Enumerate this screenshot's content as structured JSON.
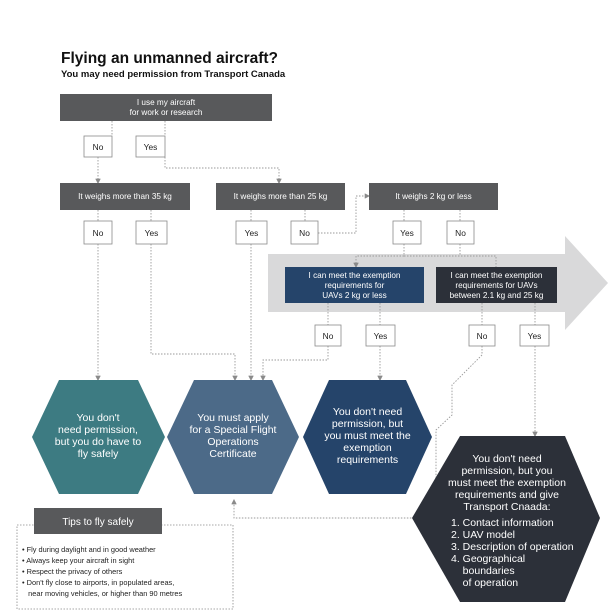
{
  "header": {
    "title": "Flying an unmanned aircraft?",
    "subtitle": "You may need permission from Transport Canada"
  },
  "colors": {
    "dark_box": "#58595b",
    "teal": "#3d7b82",
    "steel_blue": "#4c6a88",
    "navy": "#25446a",
    "charcoal": "#2c3039",
    "arrow_band": "#d9d9da",
    "connector": "#9a9a9a"
  },
  "nodes": {
    "start": [
      "I use my aircraft",
      "for work or research"
    ],
    "start_no": "No",
    "start_yes": "Yes",
    "weighs_35": "It weighs more than 35 kg",
    "w35_no": "No",
    "w35_yes": "Yes",
    "weighs_25": "It weighs more than 25 kg",
    "w25_yes": "Yes",
    "w25_no": "No",
    "weighs_2": "It weighs 2 kg or less",
    "w2_yes": "Yes",
    "w2_no": "No",
    "exempt_small": [
      "I can meet the exemption",
      "requirements for",
      "UAVs 2 kg or less"
    ],
    "small_no": "No",
    "small_yes": "Yes",
    "exempt_mid": [
      "I can meet the exemption",
      "requirements for   UAVs",
      "between 2.1 kg and 25 kg"
    ],
    "mid_no": "No",
    "mid_yes": "Yes"
  },
  "outcomes": {
    "no_permission": [
      "You don't",
      "need permission,",
      "but you do have to",
      "fly safely"
    ],
    "special_flight": [
      "You must apply",
      "for a Special Flight",
      "Operations",
      "Certificate"
    ],
    "meet_requirements": [
      "You don't need",
      "permission, but",
      "you must meet the",
      "exemption",
      "requirements"
    ],
    "give_notice": {
      "lines": [
        "You don't need",
        "permission, but you",
        "must meet the exemption",
        "requirements and give",
        "Transport Cnaada:"
      ],
      "list": [
        "1. Contact information",
        "2. UAV model",
        "3. Description of operation",
        "4. Geographical",
        "    boundaries",
        "    of operation"
      ]
    }
  },
  "tips": {
    "heading": "Tips to fly safely",
    "items": [
      "• Fly during daylight and in good weather",
      "• Always keep your aircraft in sight",
      "• Respect the privacy of others",
      "• Don't fly close to airports, in populated areas,",
      "   near moving vehicles, or higher than 90 metres"
    ]
  }
}
